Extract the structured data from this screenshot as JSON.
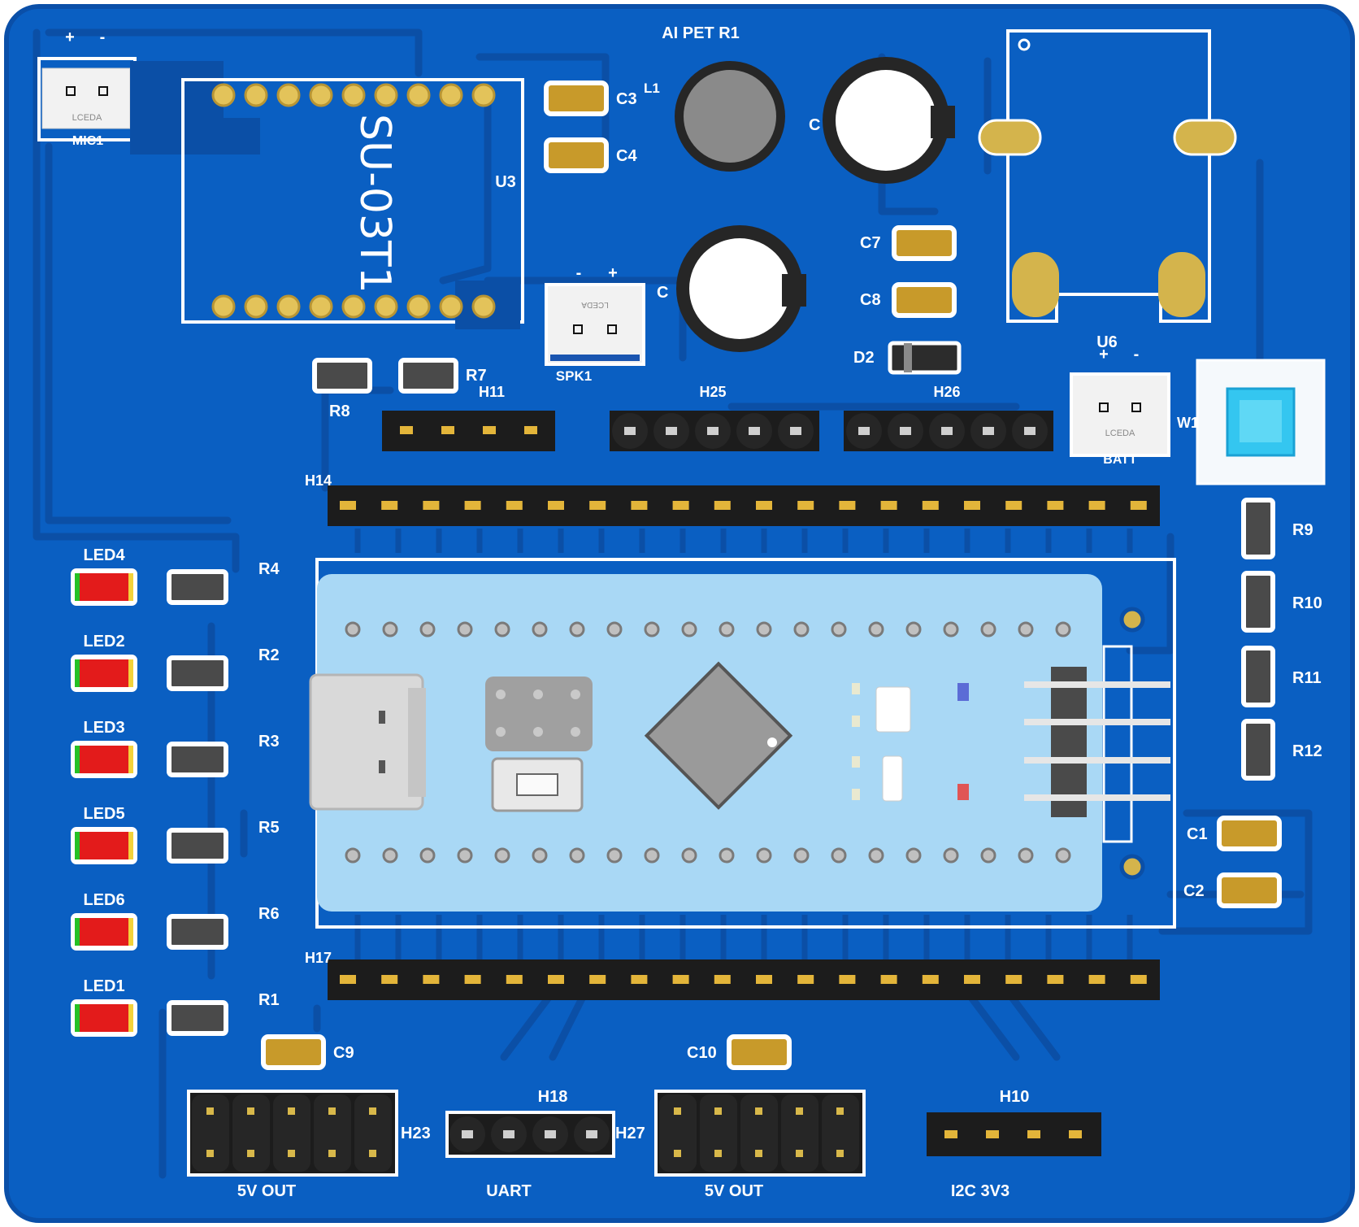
{
  "board": {
    "title": "AI PET R1",
    "colors": {
      "substrate": "#0a5fc2",
      "substrate_edge": "#0a4fa8",
      "trace": "#0b4fa6",
      "silk": "#ffffff",
      "header": "#1c1c1c",
      "pin": "#e3b53a",
      "pad_gold": "#d4b44c",
      "module_bg": "#a9d8f5",
      "led_red": "#e31b1b",
      "cap_gold": "#c89a2a",
      "switch_blue": "#34c6f0"
    }
  },
  "modules": {
    "voice": {
      "text": "SU-03T1",
      "ref": "U3"
    }
  },
  "connectors": {
    "mic": {
      "ref": "MIC1",
      "plus": "+",
      "minus": "-",
      "brand": "LCEDA"
    },
    "spk": {
      "ref": "SPK1",
      "plus": "+",
      "minus": "-",
      "brand": "LCEDA"
    },
    "batt": {
      "ref": "BATT",
      "plus": "+",
      "minus": "-",
      "brand": "LCEDA"
    },
    "u6": {
      "ref": "U6"
    },
    "switch": {
      "ref": "W1"
    }
  },
  "labels": {
    "l1": "L1",
    "c3": "C3",
    "c4": "C4",
    "c5": "C",
    "c6": "C",
    "c7": "C7",
    "c8": "C8",
    "d2": "D2",
    "r7": "R7",
    "r8": "R8",
    "h11": "H11",
    "h25": "H25",
    "h26": "H26",
    "h14": "H14",
    "h17": "H17",
    "r9": "R9",
    "r10": "R10",
    "r11": "R11",
    "r12": "R12",
    "c1": "C1",
    "c2": "C2",
    "c9": "C9",
    "c10": "C10",
    "h23": "H23",
    "h18": "H18",
    "h27": "H27",
    "h10": "H10"
  },
  "leds": [
    {
      "led": "LED4",
      "res": "R4"
    },
    {
      "led": "LED2",
      "res": "R2"
    },
    {
      "led": "LED3",
      "res": "R3"
    },
    {
      "led": "LED5",
      "res": "R5"
    },
    {
      "led": "LED6",
      "res": "R6"
    },
    {
      "led": "LED1",
      "res": "R1"
    }
  ],
  "bottom_labels": {
    "h23": "5V OUT",
    "h18": "UART",
    "h27": "5V OUT",
    "h10": "I2C 3V3"
  }
}
